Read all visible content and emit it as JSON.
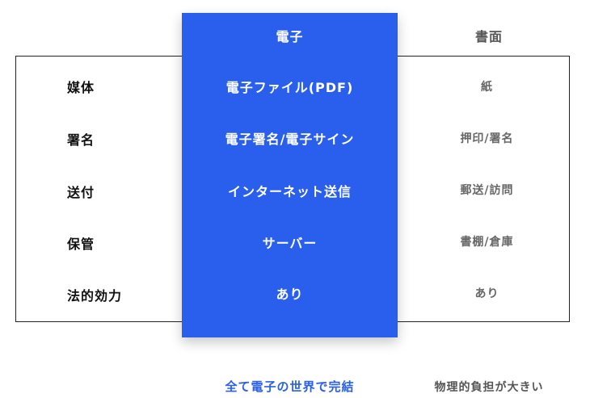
{
  "columns": {
    "electronic": "電子",
    "paper": "書面"
  },
  "rows": [
    {
      "label": "媒体",
      "electronic": "電子ファイル(PDF)",
      "paper": "紙"
    },
    {
      "label": "署名",
      "electronic": "電子署名/電子サイン",
      "paper": "押印/署名"
    },
    {
      "label": "送付",
      "electronic": "インターネット送信",
      "paper": "郵送/訪問"
    },
    {
      "label": "保管",
      "electronic": "サーバー",
      "paper": "書棚/倉庫"
    },
    {
      "label": "法的効力",
      "electronic": "あり",
      "paper": "あり"
    }
  ],
  "footer": {
    "electronic": "全て電子の世界で完結",
    "paper": "物理的負担が大きい"
  },
  "colors": {
    "accent": "#2a5fed",
    "paper_text": "#666666"
  }
}
